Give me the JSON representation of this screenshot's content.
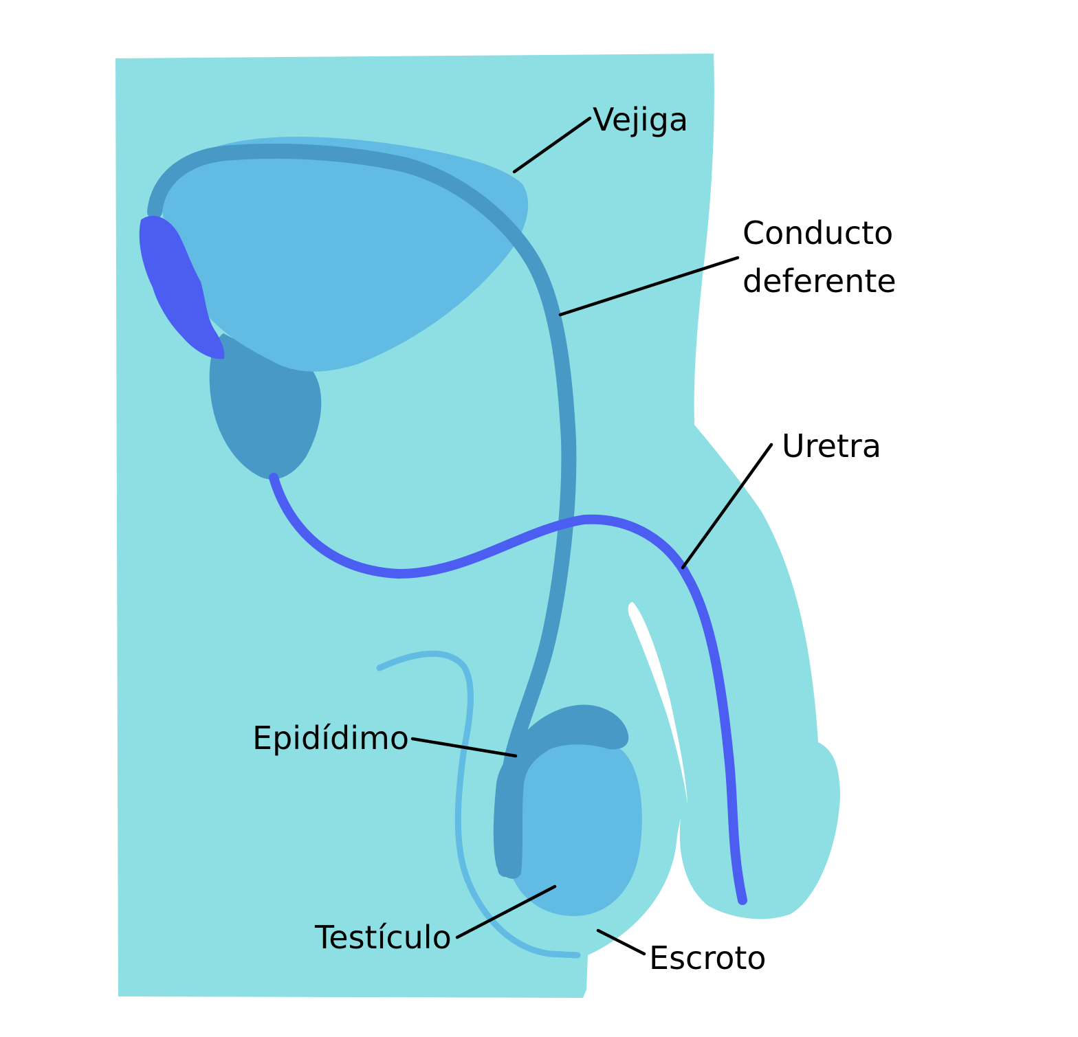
{
  "colors": {
    "background": "#ffffff",
    "body": "#8ddfe3",
    "bladder": "#62bbe2",
    "vas_deferens": "#4899c5",
    "urethra": "#4b5ef1",
    "testicle": "#62bbe2",
    "epididymis": "#4899c5",
    "scrotum_outline": "#62bbe2",
    "label_text": "#000000",
    "leader_line": "#000000"
  },
  "labels": {
    "bladder": "Vejiga",
    "vas_deferens_line1": "Conducto",
    "vas_deferens_line2": "deferente",
    "urethra": "Uretra",
    "epididymis": "Epidídimo",
    "testicle": "Testículo",
    "scrotum": "Escroto"
  }
}
